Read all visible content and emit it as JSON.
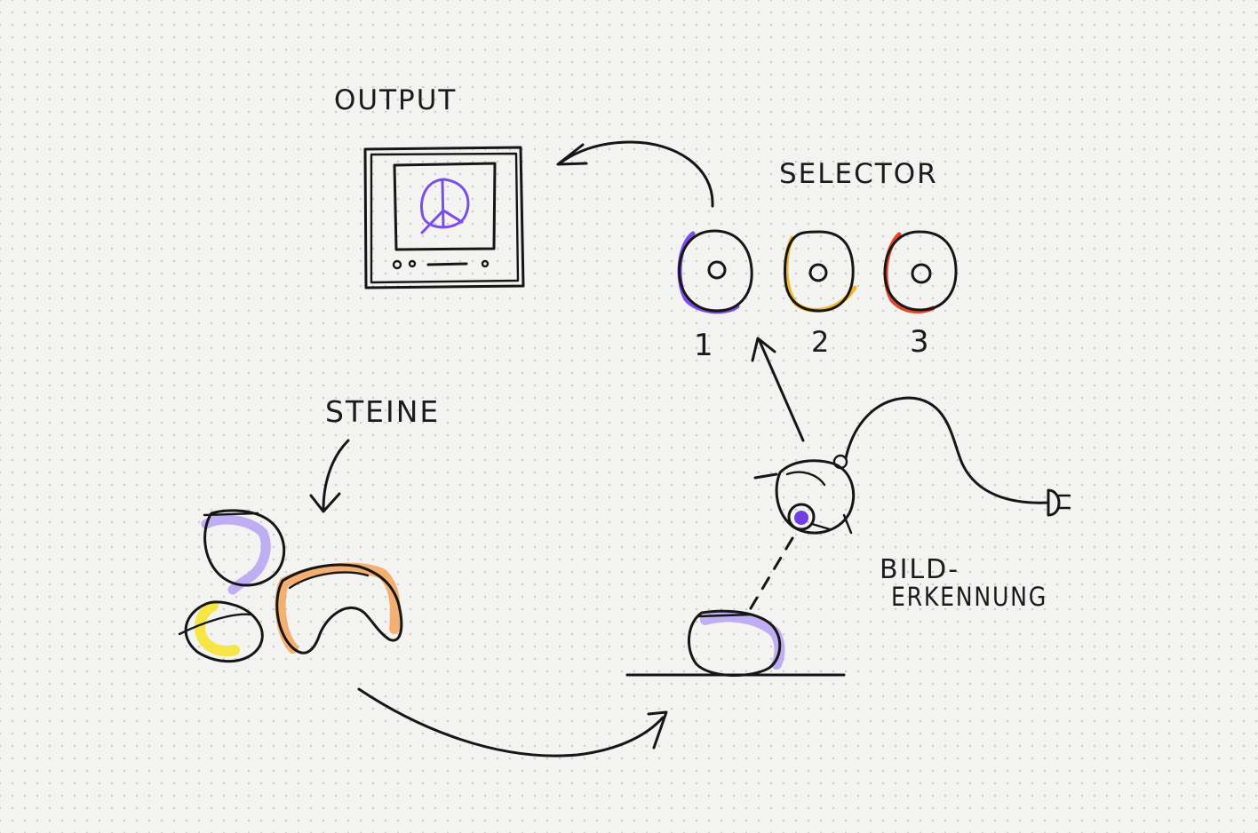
{
  "labels": {
    "output": "OUTPUT",
    "selector": "SELECTOR",
    "steine": "STEINE",
    "bild_line1": "BILD-",
    "bild_line2": "ERKENNUNG"
  },
  "selector_buttons": [
    {
      "number": "1",
      "color": "#7b4dea"
    },
    {
      "number": "2",
      "color": "#f2b82d"
    },
    {
      "number": "3",
      "color": "#e8452c"
    }
  ],
  "colors": {
    "ink": "#161616",
    "purple": "#7b4dea",
    "lavender": "#b9a6f3",
    "yellow": "#f4e43b",
    "orange": "#f2a35a"
  },
  "icons": {
    "output": "tv-monitor-icon",
    "symbol": "peace-sign-icon",
    "camera": "webcam-icon",
    "plug": "power-plug-icon"
  }
}
